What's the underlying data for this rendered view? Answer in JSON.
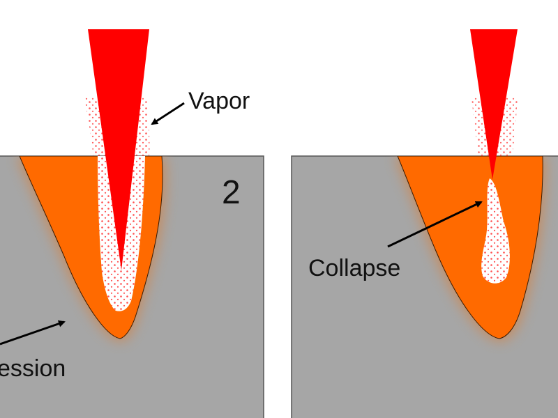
{
  "diagram": {
    "panels": [
      {
        "name": "stage-2",
        "number": "2",
        "labels": {
          "vapor": "Vapor",
          "region": "ession"
        }
      },
      {
        "name": "stage-3",
        "labels": {
          "collapse": "Collapse"
        }
      }
    ],
    "colors": {
      "beam": "#ff0000",
      "melt_pool": "#ff6a00",
      "melt_halo": "#c98a5a",
      "substrate": "#a6a6a6",
      "vapor_dots": "#ff3030",
      "keyhole": "#ffffff",
      "arrow": "#000000"
    }
  }
}
